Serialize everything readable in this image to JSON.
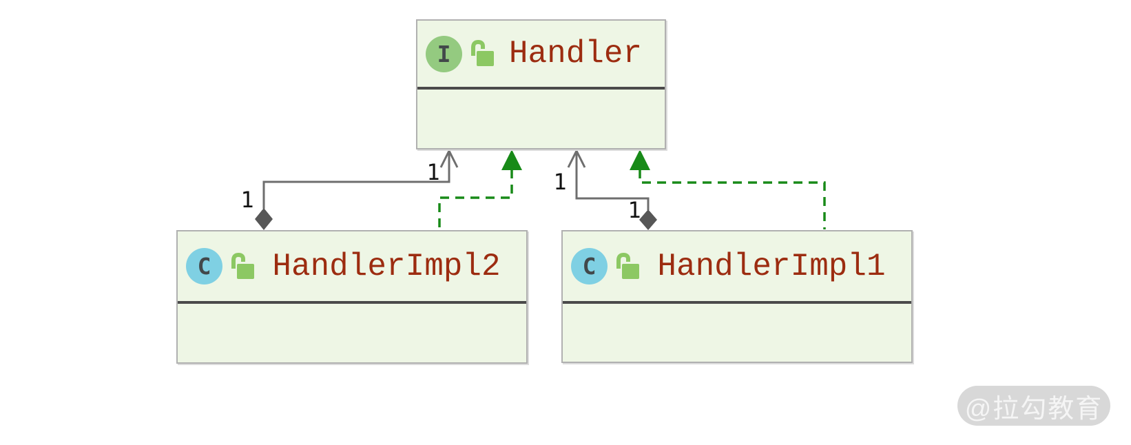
{
  "diagram": {
    "type": "uml-class-diagram",
    "nodes": [
      {
        "name": "Handler",
        "stereotype": "interface",
        "badge_letter": "I",
        "lock_state": "unlocked"
      },
      {
        "name": "HandlerImpl2",
        "stereotype": "class",
        "badge_letter": "C",
        "lock_state": "unlocked"
      },
      {
        "name": "HandlerImpl1",
        "stereotype": "class",
        "badge_letter": "C",
        "lock_state": "unlocked"
      }
    ],
    "edges": [
      {
        "from": "HandlerImpl2",
        "to": "Handler",
        "kind": "aggregation",
        "style": "solid-gray-diamond-openarrow",
        "source_multiplicity": "1",
        "target_multiplicity": "1"
      },
      {
        "from": "HandlerImpl2",
        "to": "Handler",
        "kind": "realization",
        "style": "dashed-green-solid-triangle"
      },
      {
        "from": "HandlerImpl1",
        "to": "Handler",
        "kind": "aggregation",
        "style": "solid-gray-diamond-openarrow",
        "source_multiplicity": "1",
        "target_multiplicity": "1"
      },
      {
        "from": "HandlerImpl1",
        "to": "Handler",
        "kind": "realization",
        "style": "dashed-green-solid-triangle"
      }
    ],
    "colors": {
      "node_fill": "#eef6e5",
      "node_border": "#b0b0b0",
      "separator": "#4a4a4a",
      "name_text": "#9c2c10",
      "interface_badge": "#94ca80",
      "class_badge": "#7fd0e3",
      "badge_letter": "#42484a",
      "lock_green": "#8cc863",
      "edge_gray": "#6e6e6e",
      "diamond_gray": "#575757",
      "edge_green": "#188a18",
      "multiplicity_text": "#111111",
      "watermark_bg": "#d8d8d8",
      "watermark_text": "#f5f5f5"
    },
    "icons": {
      "interface_badge": "interface-icon",
      "class_badge": "class-icon",
      "lock": "unlocked-padlock-icon"
    },
    "watermark": {
      "label": "@拉勾教育"
    }
  }
}
